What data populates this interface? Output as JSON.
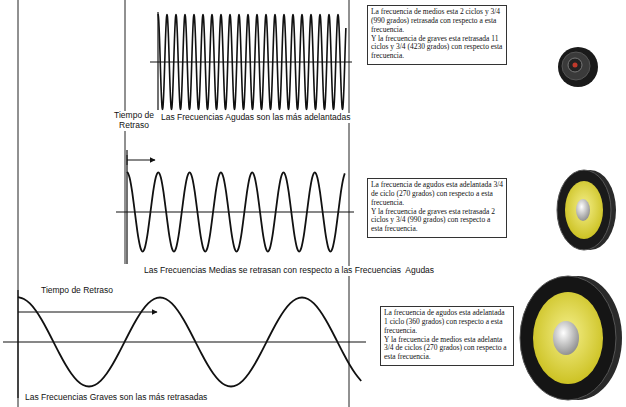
{
  "diagram": {
    "nodes": [
      {
        "text": [
          "La frecuencia de medios esta 2 ciclos y 3/4 (990 grados) retrasada con respecto a esta frecuencia.",
          "Y la frecuencia de graves esta retrasada 11 ciclos y 3/4 (4230 grados) con respecto esta frecuencia."
        ]
      },
      {
        "text": [
          "La frecuencia de agudos esta adelantada 3/4 de ciclo (270 grados) con respecto a esta frecuencia.",
          "Y la frecuencia de graves esta retrasada 2 ciclos y 3/4 (990 grados) con respecto a esta frecuencia."
        ]
      },
      {
        "text": [
          "La frecuencia de agudos esta adelantada 1 ciclo (360 grados) con respecto a esta frecuencia.",
          "Y la frecuencia de medios esta adelanta 3/4 de ciclos (270 grados) con respecto a esta frecuencia."
        ]
      }
    ],
    "labels": [
      "Tiempo de Retraso",
      "Las Frecuencias Agudas son las más adelantadas",
      "Las Frecuencias Medias se retrasan con respecto a las Frecuencias  Agudas",
      "Tiempo de Retraso",
      "Las Frecuencias Graves son las más retrasadas"
    ]
  }
}
